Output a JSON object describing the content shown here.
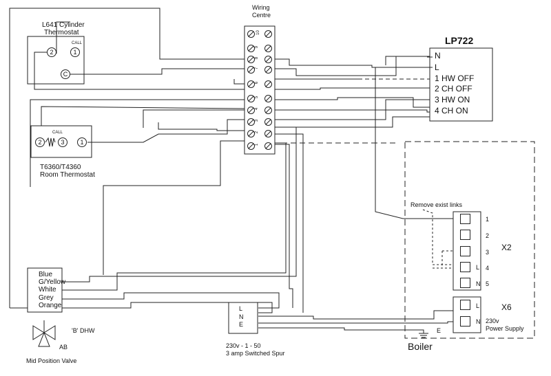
{
  "wiring_centre": {
    "title_line1": "Wiring",
    "title_line2": "Centre",
    "terminals": [
      "10",
      "9",
      "8",
      "7",
      "6",
      "5",
      "4",
      "3",
      "2",
      "1"
    ]
  },
  "cylinder_thermostat": {
    "title_line1": "L641 Cylinder",
    "title_line2": "Thermostat",
    "call": "CALL",
    "t2": "2",
    "t1": "1",
    "tc": "C"
  },
  "room_thermostat": {
    "call": "CALL",
    "t2": "2",
    "t3": "3",
    "t1": "1",
    "model": "T6360/T4360",
    "name": "Room Thermostat"
  },
  "programmer": {
    "title": "LP722",
    "rows": [
      "N",
      "L",
      "1 HW OFF",
      "2 CH OFF",
      "3 HW ON",
      "4 CH ON"
    ]
  },
  "boiler": {
    "label": "Boiler",
    "remove_links": "Remove exist links",
    "x2_label": "X2",
    "x2_terminals": [
      {
        "inner": "",
        "num": "1"
      },
      {
        "inner": "",
        "num": "2"
      },
      {
        "inner": "",
        "num": "3"
      },
      {
        "inner": "L",
        "num": "4"
      },
      {
        "inner": "N",
        "num": "5"
      }
    ],
    "x6_label": "X6",
    "x6_terminals": [
      {
        "inner": "L"
      },
      {
        "inner": "N"
      }
    ],
    "supply_line1": "230v",
    "supply_line2": "Power Supply",
    "earth": "E"
  },
  "valve": {
    "wires": [
      "Blue",
      "G/Yellow",
      "White",
      "Grey",
      "Orange"
    ],
    "port_b": "'B' DHW",
    "port_ab": "AB",
    "name": "Mid Position Valve"
  },
  "spur": {
    "terminals": [
      "L",
      "N",
      "E"
    ],
    "line1": "230v - 1 - 50",
    "line2": "3 amp Switched Spur"
  }
}
